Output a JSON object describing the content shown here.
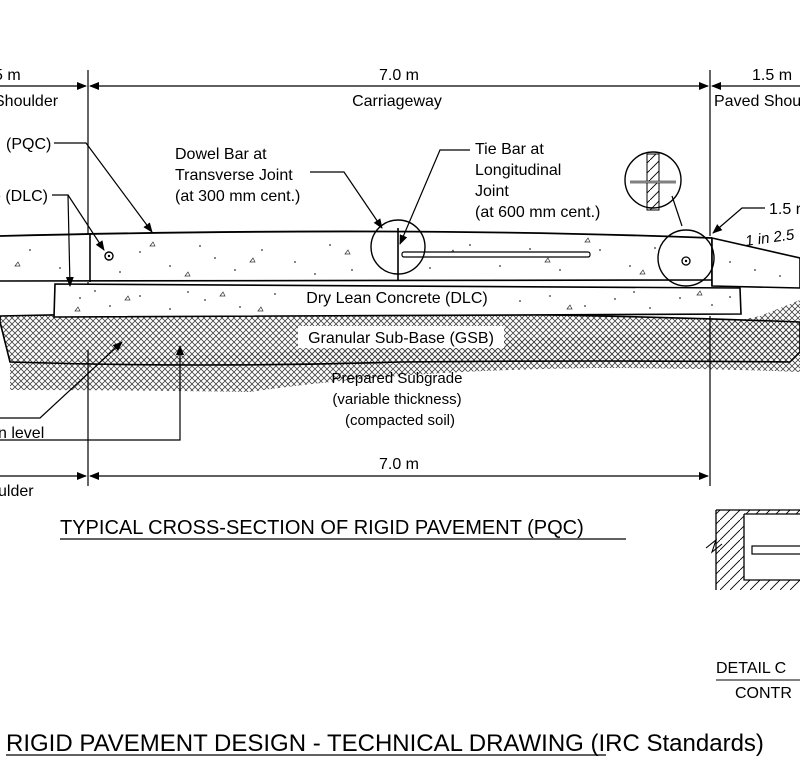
{
  "dims": {
    "shoulder_left_width": "5 m",
    "shoulder_left_label": "Shoulder",
    "carriageway_width": "7.0 m",
    "carriageway_label": "Carriageway",
    "shoulder_right_width": "1.5 m",
    "shoulder_right_label": "Paved Shou",
    "bottom_width": "7.0 m",
    "bottom_left_label": "ulder"
  },
  "callouts": {
    "pqc": "(PQC)",
    "dlc": "e (DLC)",
    "dowel_line1": "Dowel Bar at",
    "dowel_line2": "Transverse Joint",
    "dowel_line3": "(at 300 mm cent.)",
    "tie_line1": "Tie Bar at",
    "tie_line2": "Longitudinal",
    "tie_line3": "Joint",
    "tie_line4": "(at 600 mm cent.)",
    "slope_thickness": "1.5 r",
    "slope_ratio": "1 in 2.5",
    "ground_level": "n level"
  },
  "layers": {
    "dlc": "Dry Lean Concrete (DLC)",
    "gsb": "Granular Sub-Base (GSB)",
    "subgrade_line1": "Prepared Subgrade",
    "subgrade_line2": "(variable thickness)",
    "subgrade_line3": "(compacted soil)"
  },
  "titles": {
    "section": "TYPICAL CROSS-SECTION OF RIGID PAVEMENT (PQC)",
    "detail_line1": "DETAIL C",
    "detail_line2": "CONTR",
    "main_prefix": "RIGID PAVEMENT DESIGN - TECHNICAL DRAWING",
    "main_suffix": " (IRC Standards)"
  }
}
